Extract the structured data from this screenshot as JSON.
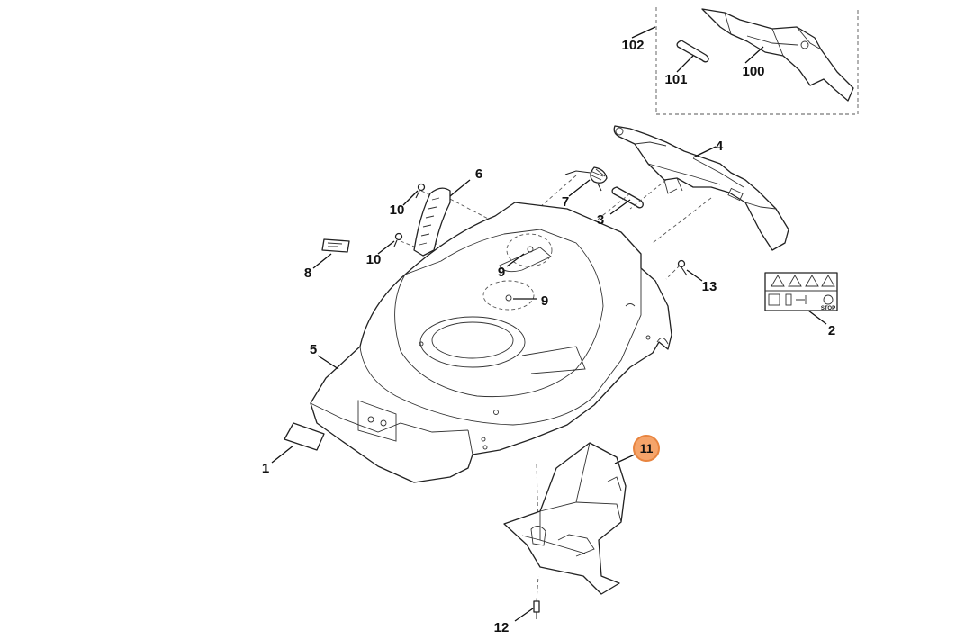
{
  "callouts": [
    {
      "id": "c1",
      "label": "1"
    },
    {
      "id": "c2",
      "label": "2"
    },
    {
      "id": "c3",
      "label": "3"
    },
    {
      "id": "c4",
      "label": "4"
    },
    {
      "id": "c5",
      "label": "5"
    },
    {
      "id": "c6",
      "label": "6"
    },
    {
      "id": "c7",
      "label": "7"
    },
    {
      "id": "c8",
      "label": "8"
    },
    {
      "id": "c9a",
      "label": "9"
    },
    {
      "id": "c9b",
      "label": "9"
    },
    {
      "id": "c10a",
      "label": "10"
    },
    {
      "id": "c10b",
      "label": "10"
    },
    {
      "id": "c11",
      "label": "11"
    },
    {
      "id": "c12",
      "label": "12"
    },
    {
      "id": "c13",
      "label": "13"
    },
    {
      "id": "c100",
      "label": "100"
    },
    {
      "id": "c101",
      "label": "101"
    },
    {
      "id": "c102",
      "label": "102"
    }
  ],
  "highlight": {
    "callout": "11",
    "color": "#f5a46a",
    "border": "#e8843f"
  },
  "warning_label": {
    "stop_text": "STOP"
  }
}
